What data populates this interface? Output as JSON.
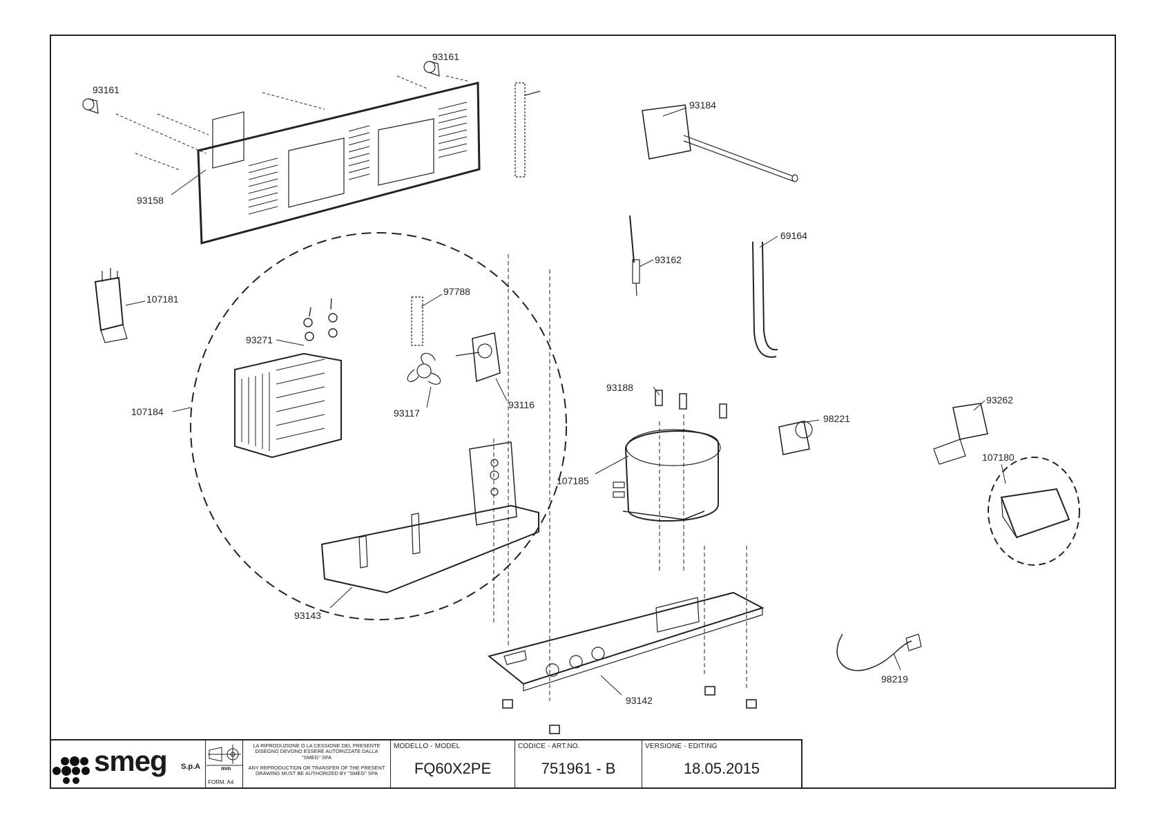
{
  "part_labels": [
    "93161",
    "93161",
    "93158",
    "107181",
    "93271",
    "107184",
    "97788",
    "93117",
    "93116",
    "93143",
    "93184",
    "93162",
    "69164",
    "93188",
    "107185",
    "98221",
    "93262",
    "107180",
    "93142",
    "98219"
  ],
  "title_block": {
    "brand": "smeg",
    "brand_suffix": "S.p.A",
    "unit_label": "mm",
    "form_label": "FORM. A4",
    "notice_it": "LA RIPRODUZIONE O LA CESSIONE DEL PRESENTE DISEGNO DEVONO ESSERE AUTORIZZATE DALLA \"SMEG\" SPA",
    "notice_en": "ANY REPRODUCTION OR TRANSFER OF THE PRESENT DRAWING MUST BE AUTHORIZED BY \"SMEG\" SPA",
    "model_label": "MODELLO - MODEL",
    "model_value": "FQ60X2PE",
    "code_label": "CODICE - ART.NO.",
    "code_value": "751961 - B",
    "version_label": "VERSIONE - EDITING",
    "version_value": "18.05.2015"
  },
  "colors": {
    "line": "#222222",
    "paper": "#ffffff"
  }
}
